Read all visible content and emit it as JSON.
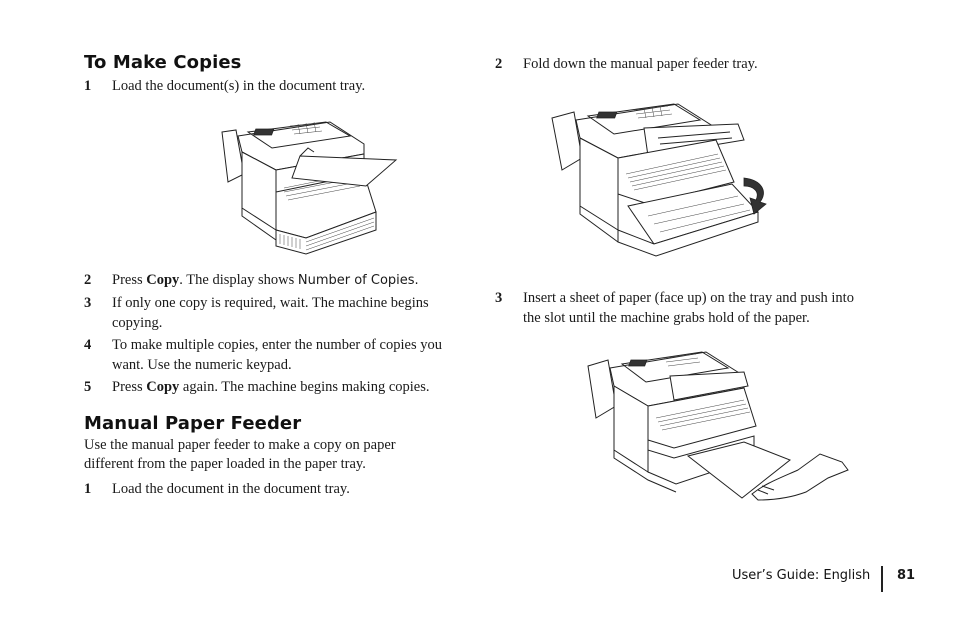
{
  "left_column": {
    "section1_heading": "To Make Copies",
    "step1": {
      "num": "1",
      "text": "Load the document(s) in the document tray."
    },
    "step2": {
      "num": "2",
      "pre": "Press ",
      "bold": "Copy",
      "mid": ". The display shows ",
      "display_text": "Number of Copies."
    },
    "step3": {
      "num": "3",
      "line1": "If only one copy is required, wait.  The machine begins",
      "line2": "copying."
    },
    "step4": {
      "num": "4",
      "line1": "To make multiple copies, enter the number of copies you",
      "line2": "want.  Use the numeric keypad."
    },
    "step5": {
      "num": "5",
      "pre": "Press ",
      "bold": "Copy",
      "post": " again. The machine begins making copies."
    },
    "section2_heading": "Manual Paper Feeder",
    "intro_line1": "Use the manual paper feeder to make a copy on paper",
    "intro_line2": "different from the paper loaded in the paper tray.",
    "mpf_step1": {
      "num": "1",
      "text": "Load the document in the document tray."
    }
  },
  "right_column": {
    "step2": {
      "num": "2",
      "text": "Fold down the manual paper feeder tray."
    },
    "step3": {
      "num": "3",
      "line1": "Insert a sheet of paper (face up) on the tray and push into",
      "line2": "the slot until the machine grabs hold of the paper."
    }
  },
  "illustrations": {
    "fig1": "fax-machine-document-loaded-icon",
    "fig2": "fax-machine-feeder-tray-fold-icon",
    "fig3": "fax-machine-paper-insert-icon"
  },
  "footer": {
    "guide_label": "User’s Guide:  English",
    "page_number": "81"
  }
}
